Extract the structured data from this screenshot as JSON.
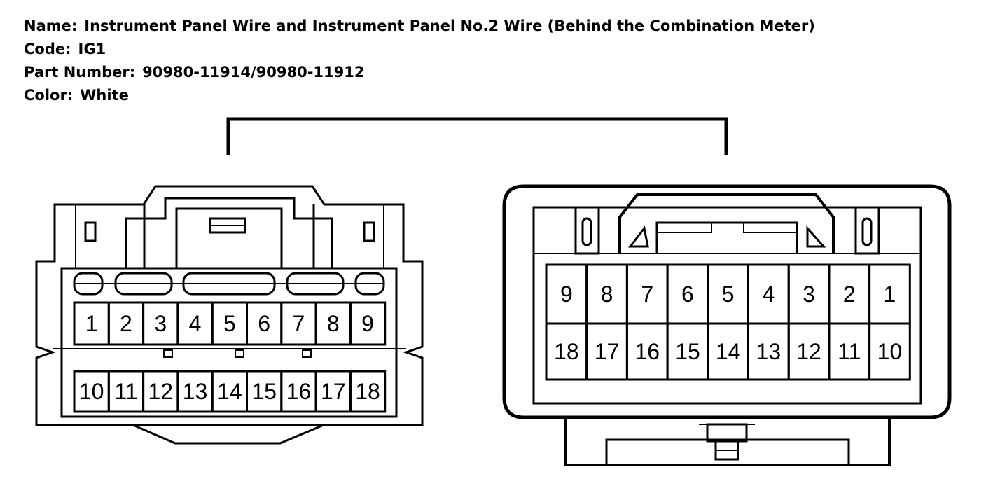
{
  "header": {
    "name_label": "Name:",
    "name_value": "Instrument Panel Wire and Instrument Panel No.2 Wire (Behind the Combination Meter)",
    "code_label": "Code:",
    "code_value": "IG1",
    "part_label": "Part Number:",
    "part_value": "90980-11914/90980-11912",
    "color_label": "Color:",
    "color_value": "White"
  },
  "left_connector": {
    "top_row": [
      "1",
      "2",
      "3",
      "4",
      "5",
      "6",
      "7",
      "8",
      "9"
    ],
    "bottom_row": [
      "10",
      "11",
      "12",
      "13",
      "14",
      "15",
      "16",
      "17",
      "18"
    ]
  },
  "right_connector": {
    "top_row": [
      "9",
      "8",
      "7",
      "6",
      "5",
      "4",
      "3",
      "2",
      "1"
    ],
    "bottom_row": [
      "18",
      "17",
      "16",
      "15",
      "14",
      "13",
      "12",
      "11",
      "10"
    ]
  }
}
